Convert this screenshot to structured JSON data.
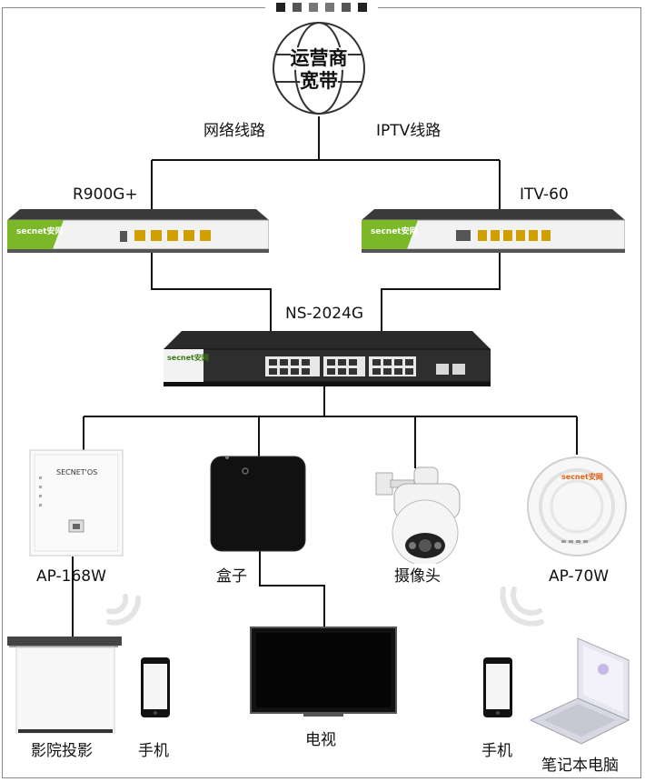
{
  "cloud": {
    "line1": "运营商",
    "line2": "宽带"
  },
  "links": {
    "network": "网络线路",
    "iptv": "IPTV线路"
  },
  "devices": {
    "router": {
      "label": "R900G+",
      "brand": "secnet安网"
    },
    "itv": {
      "label": "ITV-60",
      "brand": "secnet安网"
    },
    "switch": {
      "label": "NS-2024G",
      "brand": "secnet安网"
    },
    "ap168": {
      "label": "AP-168W",
      "brand": "SECNET'OS"
    },
    "box": {
      "label": "盒子"
    },
    "camera": {
      "label": "摄像头"
    },
    "ap70": {
      "label": "AP-70W",
      "brand": "secnet安网"
    }
  },
  "endpoints": {
    "projector": "影院投影",
    "phone_left": "手机",
    "tv": "电视",
    "phone_right": "手机",
    "laptop": "笔记本电脑"
  },
  "colors": {
    "wire": "#111111",
    "brand_green": "#7ab827",
    "device_dark": "#2a2a2a",
    "deco_dark": "#333333",
    "deco_light": "#777777"
  }
}
